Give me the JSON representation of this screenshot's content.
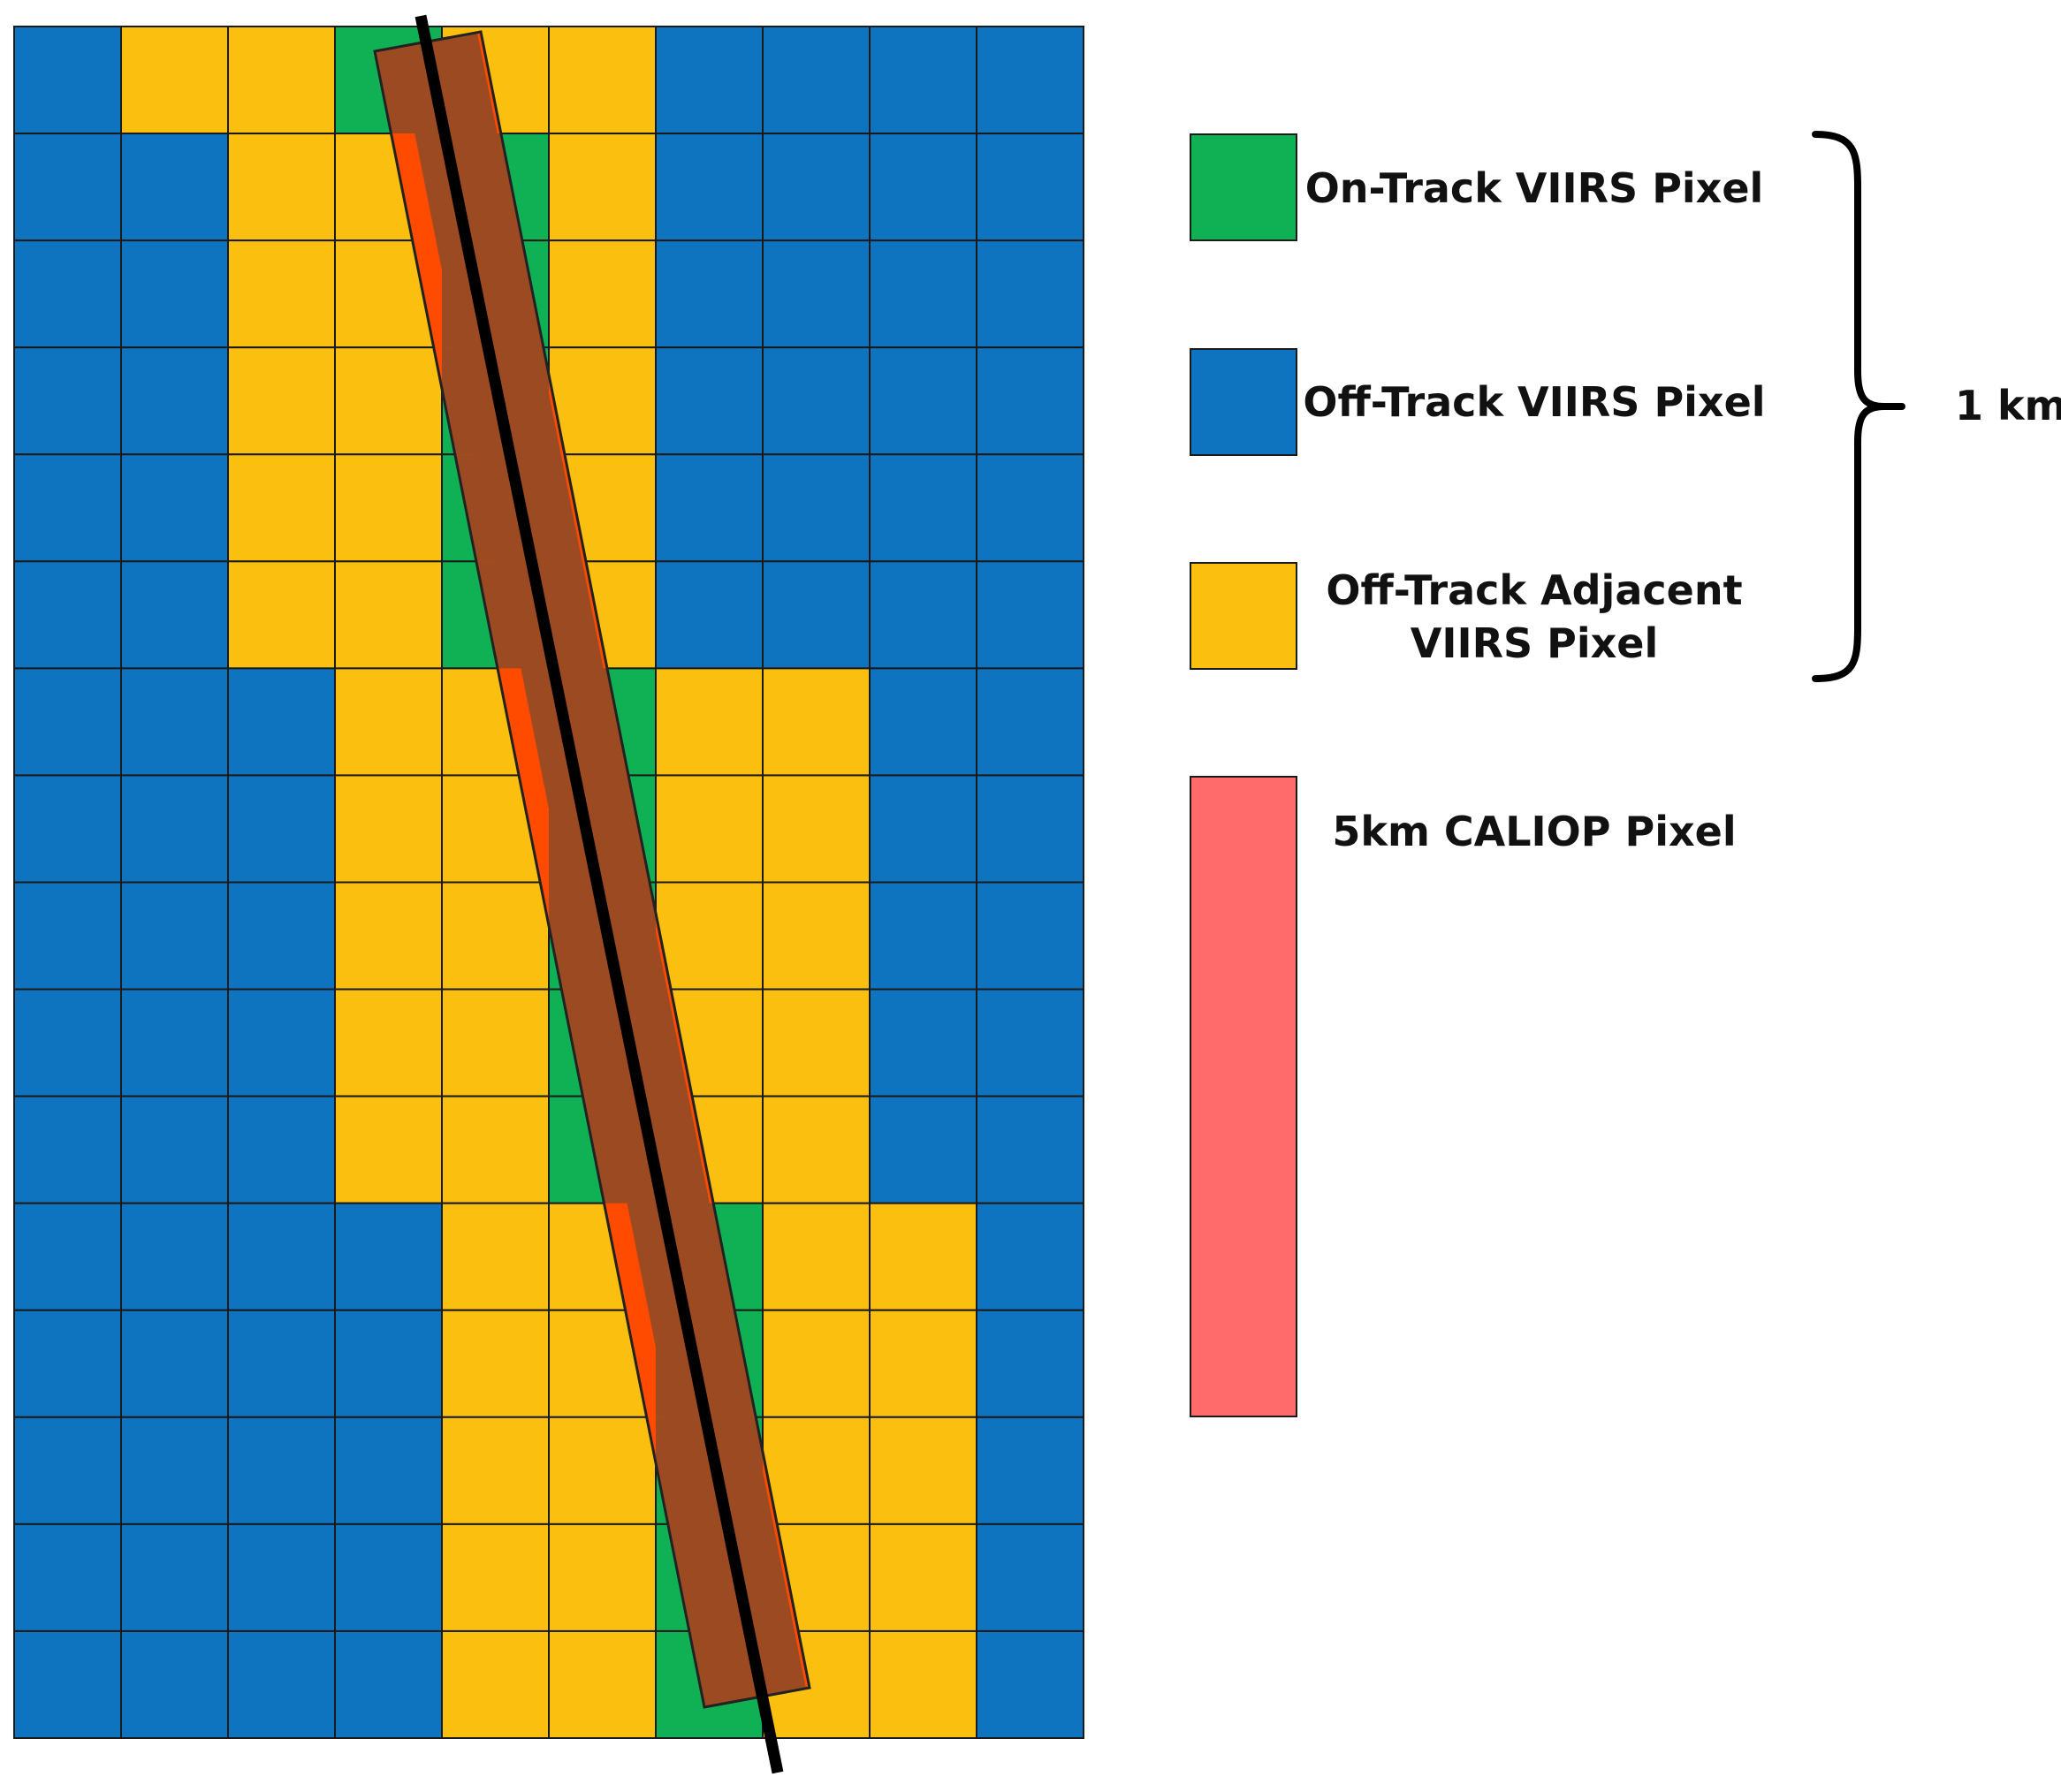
{
  "colors": {
    "on_track": "#0fb154",
    "off_track": "#0f74c0",
    "adjacent": "#fbc00f",
    "caliop": "#ff6b6b",
    "caliop_band_fill": "#ff4b00",
    "caliop_band_overlap": "#9c4a22",
    "track_line": "#000000",
    "grid_line": "#1a1a1a"
  },
  "grid": {
    "columns": 10,
    "rows": 16,
    "cells": [
      "BAAGAABBBB",
      "BBAAGABBBB",
      "BBAAGABBBB",
      "BBAAGABBBB",
      "BBAAGABBBB",
      "BBAAGABBBB",
      "BBBAAGAABB",
      "BBBAAGAABB",
      "BBBAAGAABB",
      "BBBAAGAABB",
      "BBBAAGAABB",
      "BBBBAAGAAB",
      "BBBBAAGAAB",
      "BBBBAAGAAB",
      "BBBBAAGAAB",
      "BBBBAAGAAB"
    ],
    "cell_legend": {
      "G": "on_track",
      "B": "off_track",
      "A": "adjacent"
    }
  },
  "legend": {
    "items": [
      {
        "key": "on_track",
        "label_lines": [
          "On-Track VIIRS Pixel"
        ]
      },
      {
        "key": "off_track",
        "label_lines": [
          "Off-Track VIIRS Pixel"
        ]
      },
      {
        "key": "adjacent",
        "label_lines": [
          "Off-Track Adjacent",
          "VIIRS Pixel"
        ]
      },
      {
        "key": "caliop",
        "label_lines": [
          "5km CALIOP Pixel"
        ]
      }
    ]
  },
  "scale": {
    "label": "1 km"
  }
}
